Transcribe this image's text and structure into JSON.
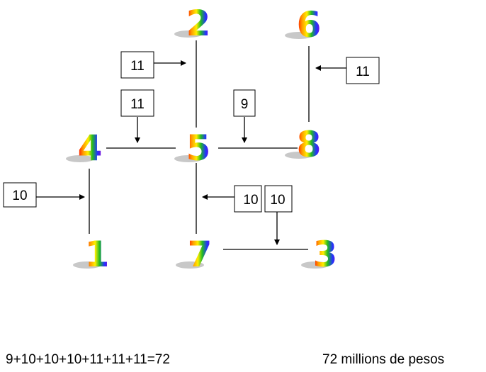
{
  "colors": {
    "rainbow": [
      "#ff0000",
      "#ff9900",
      "#ffee00",
      "#22bb22",
      "#2233ff",
      "#9900cc"
    ],
    "shadow": "#c8c8c8",
    "line": "#000000"
  },
  "nodes": [
    {
      "id": "2",
      "label": "2"
    },
    {
      "id": "6",
      "label": "6"
    },
    {
      "id": "4",
      "label": "4"
    },
    {
      "id": "5",
      "label": "5"
    },
    {
      "id": "8",
      "label": "8"
    },
    {
      "id": "1",
      "label": "1"
    },
    {
      "id": "7",
      "label": "7"
    },
    {
      "id": "3",
      "label": "3"
    }
  ],
  "edges": [
    {
      "from": "2",
      "to": "5"
    },
    {
      "from": "6",
      "to": "8"
    },
    {
      "from": "4",
      "to": "5"
    },
    {
      "from": "5",
      "to": "8"
    },
    {
      "from": "4",
      "to": "1"
    },
    {
      "from": "5",
      "to": "7"
    },
    {
      "from": "7",
      "to": "3"
    }
  ],
  "weights": [
    {
      "edge": "2-5",
      "value": "11"
    },
    {
      "edge": "4-5",
      "value": "11"
    },
    {
      "edge": "5-8",
      "value": "9"
    },
    {
      "edge": "6-8",
      "value": "11"
    },
    {
      "edge": "4-1",
      "value": "10"
    },
    {
      "edge": "5-7",
      "value": "10"
    },
    {
      "edge": "7-3",
      "value": "10"
    }
  ],
  "sum_text": "9+10+10+10+11+11+11=72",
  "result_text": "72 millions de pesos"
}
